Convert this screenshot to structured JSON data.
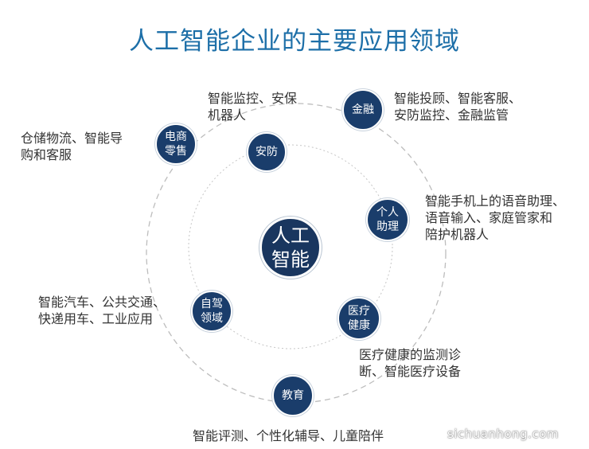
{
  "title": "人工智能企业的主要应用领域",
  "center": {
    "label": "人工\n智能"
  },
  "nodes": {
    "ecommerce": {
      "label": "电商\n零售",
      "desc": "仓储物流、智能导\n购和客服"
    },
    "security": {
      "label": "安防",
      "desc": "智能监控、安保\n机器人"
    },
    "finance": {
      "label": "金融",
      "desc": "智能投顾、智能客服、\n安防监控、金融监管"
    },
    "assistant": {
      "label": "个人\n助理",
      "desc": "智能手机上的语音助理、\n语音输入、家庭管家和\n陪护机器人"
    },
    "driving": {
      "label": "自驾\n领域",
      "desc": "智能汽车、公共交通、\n快递用车、工业应用"
    },
    "medical": {
      "label": "医疗\n健康",
      "desc": "医疗健康的监测诊\n断、智能医疗设备"
    },
    "education": {
      "label": "教育",
      "desc": "智能评测、个性化辅导、儿童陪伴"
    }
  },
  "watermark": "sichuanhong.com",
  "colors": {
    "title": "#1d6fa8",
    "node": "#1a3d6b",
    "ring": "#b9b9b9"
  }
}
